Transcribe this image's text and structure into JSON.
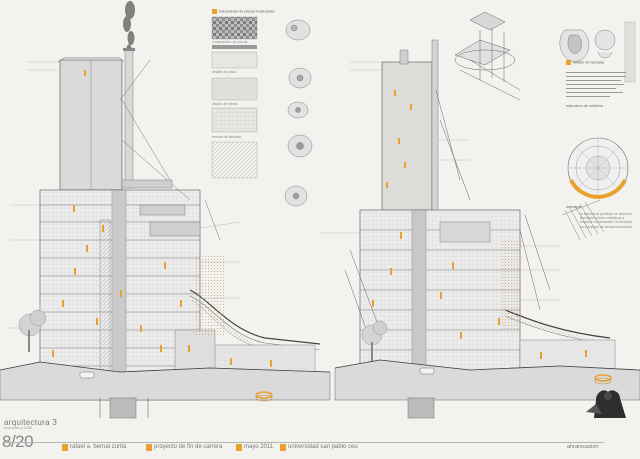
{
  "footer": {
    "course": "arquitectura 3",
    "subtitle": "secciones e:1/250",
    "sheet_number": "8/20",
    "author": "rafael a. bernal zurita",
    "project": "proyecto de fin de carrera",
    "date": "mayo 2011",
    "university": "universidad san pablo ceu",
    "brand": "ahrarscasion"
  },
  "panels": {
    "materials_title": "tratamiento de placas traslucidas",
    "materials_captions": [
      "composicion de placas",
      "detalle de placa",
      "alzado de lamas",
      "textura de fachada"
    ],
    "facade_title": "detalle de fachada",
    "structure_title": "estructura de cubierta",
    "note_title": "memoria",
    "note_body": "la estructura portante se resuelve mediante pilares metalicos y forjados colaborantes, la fachada se compone de lamas traslucidas"
  },
  "colors": {
    "accent": "#e9a12e",
    "line": "#555555",
    "paper": "#f4f2ee"
  }
}
